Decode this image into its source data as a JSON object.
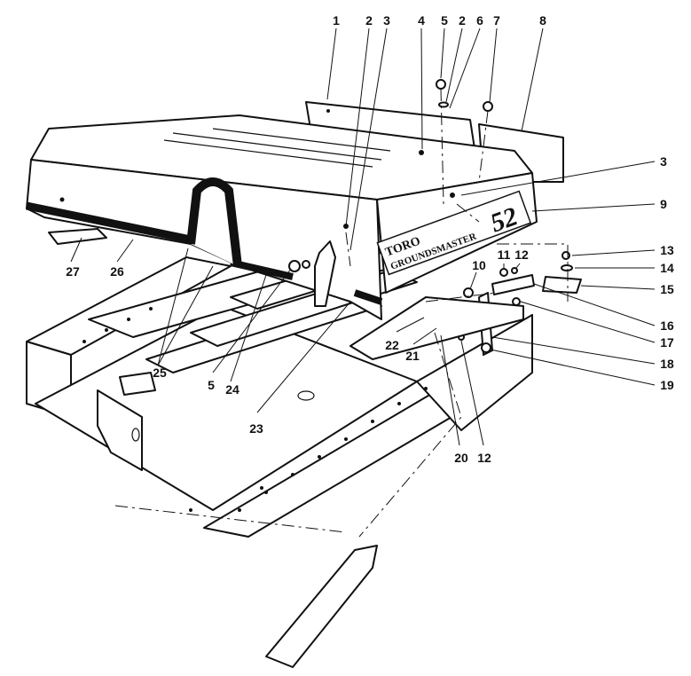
{
  "hood_branding": {
    "brand": "TORO",
    "model": "GROUNDSMASTER",
    "size": "52"
  },
  "callouts": {
    "n1": "1",
    "n2a": "2",
    "n3a": "3",
    "n4": "4",
    "n5a": "5",
    "n2b": "2",
    "n6": "6",
    "n7": "7",
    "n8": "8",
    "n3b": "3",
    "n9": "9",
    "n13": "13",
    "n11": "11",
    "n12a": "12",
    "n10": "10",
    "n14": "14",
    "n15": "15",
    "n16": "16",
    "n17": "17",
    "n18": "18",
    "n19": "19",
    "n22": "22",
    "n21": "21",
    "n20": "20",
    "n12b": "12",
    "n27": "27",
    "n26": "26",
    "n25": "25",
    "n5b": "5",
    "n24": "24",
    "n23": "23"
  }
}
